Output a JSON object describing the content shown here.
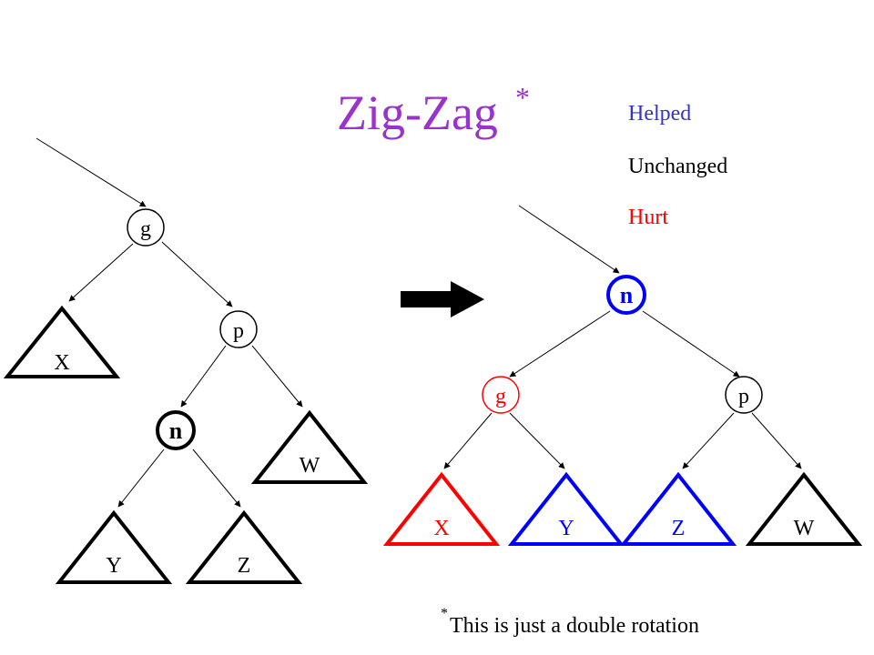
{
  "title": {
    "text": "Zig-Zag",
    "marker": "*"
  },
  "legend": [
    {
      "label": "Helped",
      "color": "#3333cc"
    },
    {
      "label": "Unchanged",
      "color": "#000000"
    },
    {
      "label": "Hurt",
      "color": "#ff0000"
    }
  ],
  "before": {
    "nodes": {
      "g": "g",
      "p": "p",
      "n": "n"
    },
    "subtrees": {
      "x": "X",
      "w": "W",
      "y": "Y",
      "z": "Z"
    }
  },
  "after": {
    "nodes": {
      "n": "n",
      "g": "g",
      "p": "p"
    },
    "subtrees": {
      "x": "X",
      "y": "Y",
      "z": "Z",
      "w": "W"
    }
  },
  "footnote": {
    "marker": "*",
    "text": "This is just a double rotation"
  },
  "colors": {
    "title": "#9933cc",
    "helped": "#0000ff",
    "hurt": "#ff0000",
    "unchanged": "#000000"
  }
}
